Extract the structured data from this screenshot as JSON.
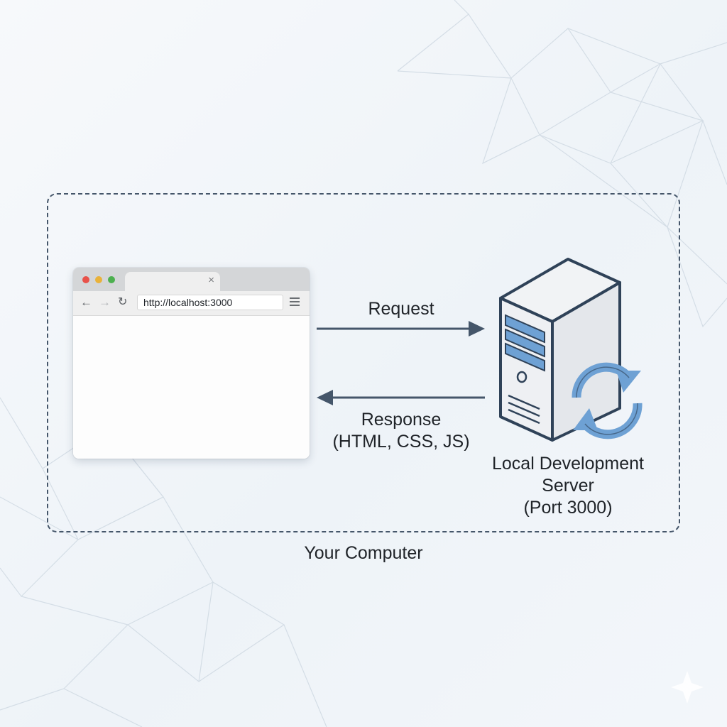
{
  "browser": {
    "url": "http://localhost:3000",
    "tab_close": "×"
  },
  "arrows": {
    "request_label": "Request",
    "response_label_line1": "Response",
    "response_label_line2": "(HTML, CSS, JS)"
  },
  "server": {
    "label_line1": "Local Development",
    "label_line2": "Server",
    "label_line3": "(Port 3000)"
  },
  "boundary": {
    "label": "Your Computer"
  },
  "colors": {
    "arrow": "#45566a",
    "server_outline": "#2f4258",
    "server_accent": "#6ea1d4",
    "server_body": "#e9ebee",
    "dashed_border": "#45566a"
  }
}
